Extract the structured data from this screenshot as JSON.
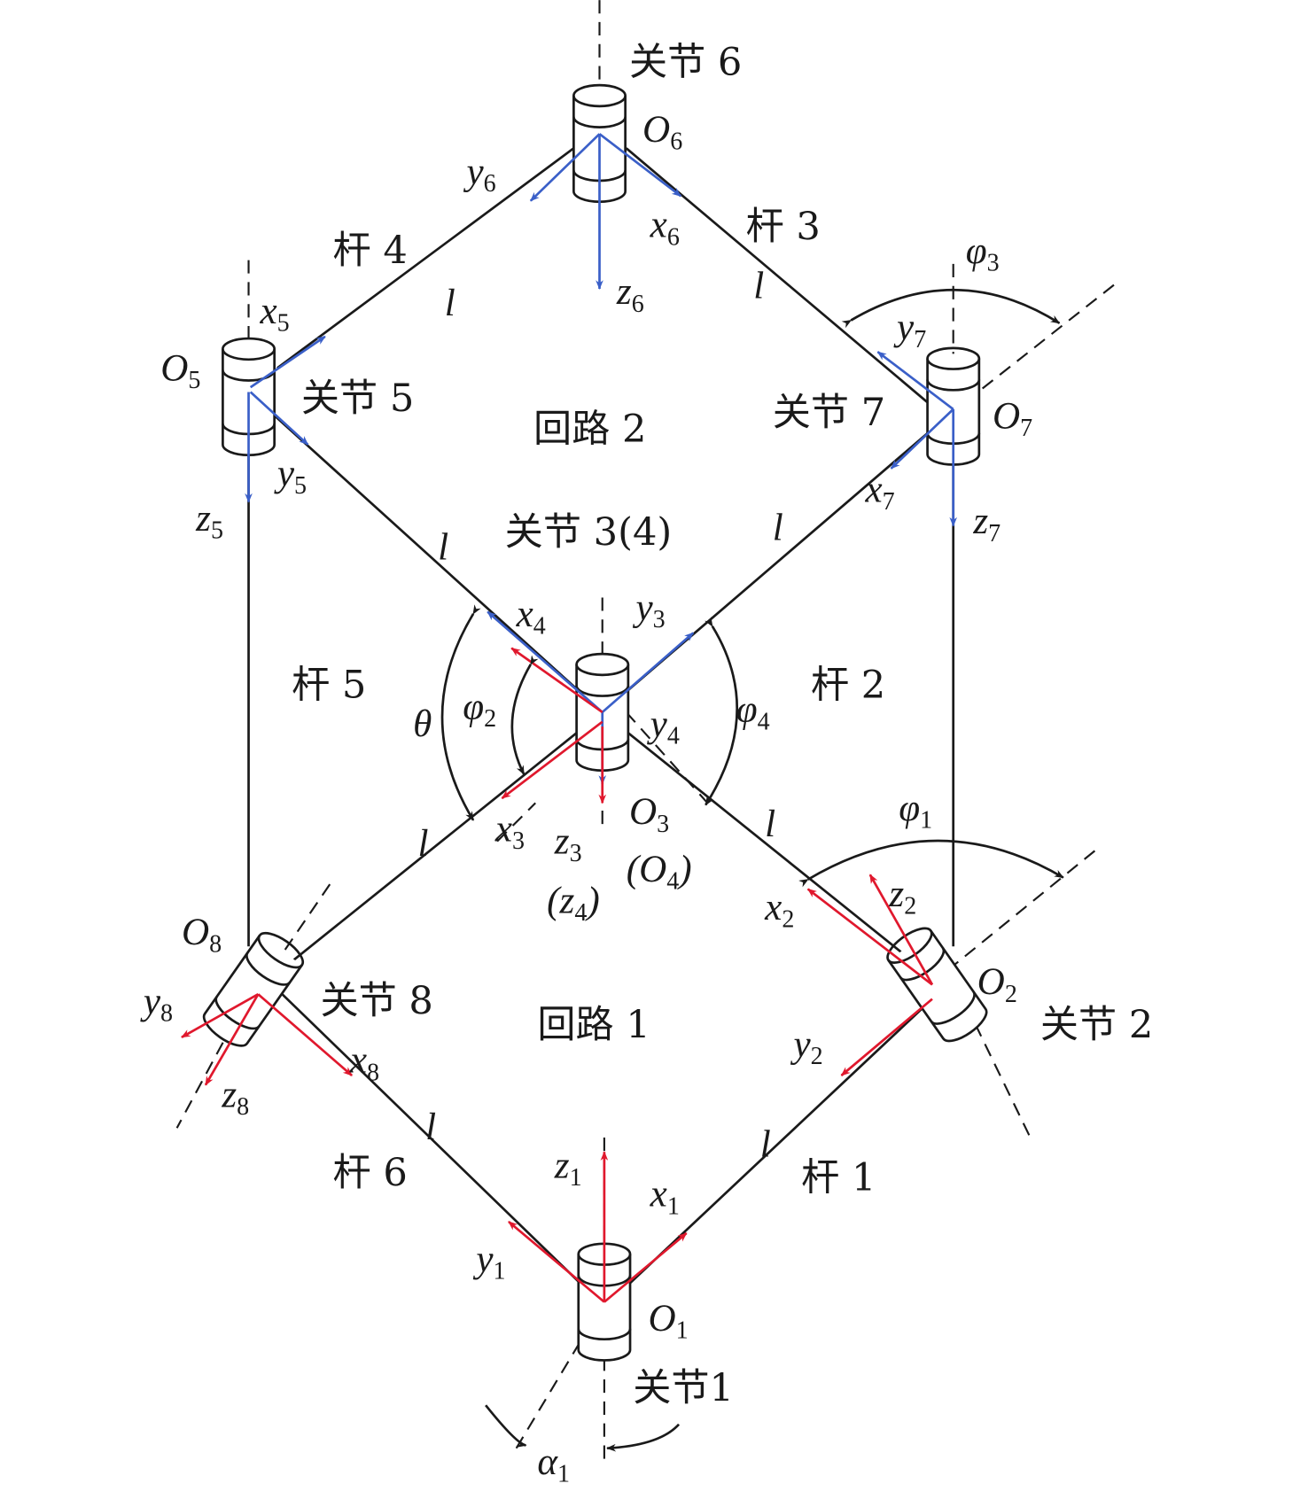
{
  "title": "Double-loop linkage mechanism coordinate frames",
  "colors": {
    "link": "#1a1a1a",
    "blue_frame": "#3a5fc8",
    "red_frame": "#e0182d",
    "angle_arrow": "#1a1a1a"
  },
  "joints": {
    "j1": "关节1",
    "j2": "关节 2",
    "j34": "关节 3(4)",
    "j5": "关节 5",
    "j6": "关节 6",
    "j7": "关节 7",
    "j8": "关节 8"
  },
  "rods": {
    "r1": "杆 1",
    "r2": "杆 2",
    "r3": "杆 3",
    "r4": "杆 4",
    "r5": "杆 5",
    "r6": "杆 6"
  },
  "loops": {
    "loop1": "回路 1",
    "loop2": "回路 2"
  },
  "length_symbol": "l",
  "symbols": {
    "O1": {
      "m": "O",
      "s": "1"
    },
    "O2": {
      "m": "O",
      "s": "2"
    },
    "O3": {
      "m": "O",
      "s": "3"
    },
    "O4": {
      "m": "(O",
      "s": "4",
      "e": ")"
    },
    "O5": {
      "m": "O",
      "s": "5"
    },
    "O6": {
      "m": "O",
      "s": "6"
    },
    "O7": {
      "m": "O",
      "s": "7"
    },
    "O8": {
      "m": "O",
      "s": "8"
    },
    "x1": {
      "m": "x",
      "s": "1"
    },
    "y1": {
      "m": "y",
      "s": "1"
    },
    "z1": {
      "m": "z",
      "s": "1"
    },
    "x2": {
      "m": "x",
      "s": "2"
    },
    "y2": {
      "m": "y",
      "s": "2"
    },
    "z2": {
      "m": "z",
      "s": "2"
    },
    "x3": {
      "m": "x",
      "s": "3"
    },
    "y3": {
      "m": "y",
      "s": "3"
    },
    "z3": {
      "m": "z",
      "s": "3"
    },
    "x4": {
      "m": "x",
      "s": "4"
    },
    "y4": {
      "m": "y",
      "s": "4"
    },
    "z4": {
      "m": "(z",
      "s": "4",
      "e": ")"
    },
    "x5": {
      "m": "x",
      "s": "5"
    },
    "y5": {
      "m": "y",
      "s": "5"
    },
    "z5": {
      "m": "z",
      "s": "5"
    },
    "x6": {
      "m": "x",
      "s": "6"
    },
    "y6": {
      "m": "y",
      "s": "6"
    },
    "z6": {
      "m": "z",
      "s": "6"
    },
    "x7": {
      "m": "x",
      "s": "7"
    },
    "y7": {
      "m": "y",
      "s": "7"
    },
    "z7": {
      "m": "z",
      "s": "7"
    },
    "x8": {
      "m": "x",
      "s": "8"
    },
    "y8": {
      "m": "y",
      "s": "8"
    },
    "z8": {
      "m": "z",
      "s": "8"
    },
    "phi1": {
      "m": "φ",
      "s": "1"
    },
    "phi2": {
      "m": "φ",
      "s": "2"
    },
    "phi3": {
      "m": "φ",
      "s": "3"
    },
    "phi4": {
      "m": "φ",
      "s": "4"
    },
    "theta": {
      "m": "θ",
      "s": ""
    },
    "alpha1": {
      "m": "α",
      "s": "1"
    }
  }
}
